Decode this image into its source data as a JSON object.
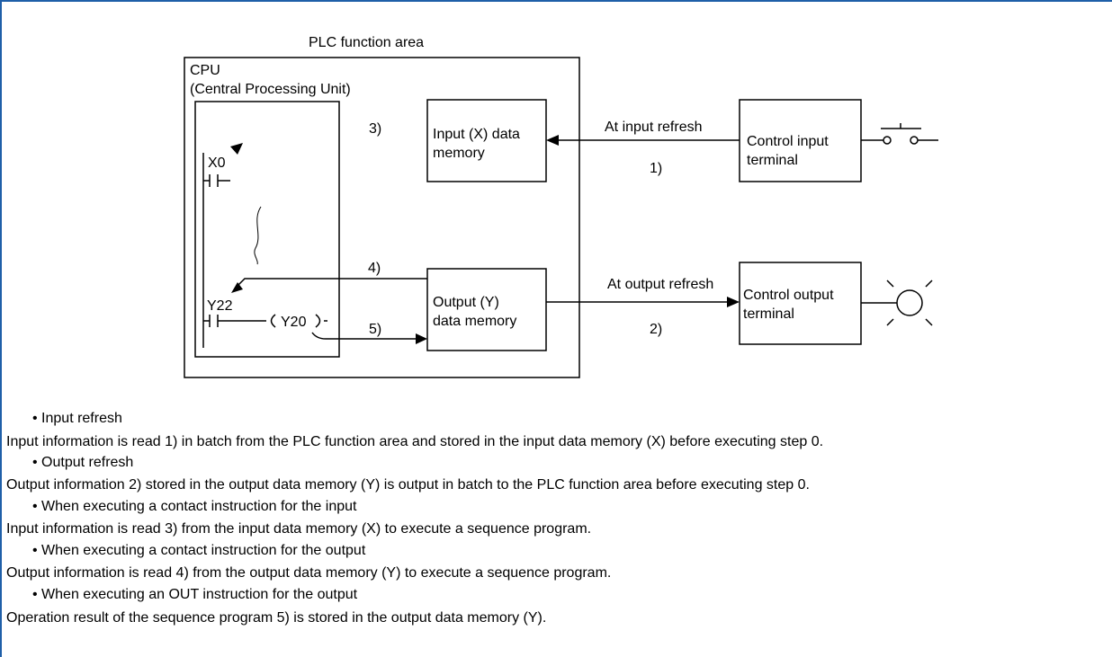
{
  "diagram": {
    "plc_area_label": "PLC function area",
    "cpu_label_1": "CPU",
    "cpu_label_2": "(Central Processing Unit)",
    "input_memory_1": "Input (X) data",
    "input_memory_2": "memory",
    "output_memory_1": "Output (Y)",
    "output_memory_2": "data memory",
    "control_input_1": "Control input",
    "control_input_2": "terminal",
    "control_output_1": "Control output",
    "control_output_2": "terminal",
    "at_input_refresh": "At input refresh",
    "at_output_refresh": "At output refresh",
    "marker_1": "1)",
    "marker_2": "2)",
    "marker_3": "3)",
    "marker_4": "4)",
    "marker_5": "5)",
    "contact_x0": "X0",
    "contact_y22": "Y22",
    "coil_y20": "Y20"
  },
  "notes": [
    {
      "kind": "bullet",
      "text": "• Input refresh"
    },
    {
      "kind": "body",
      "text": "Input information is read 1) in batch from the PLC function area and stored in the input data memory (X) before executing step 0."
    },
    {
      "kind": "bullet",
      "text": "• Output refresh"
    },
    {
      "kind": "body",
      "text": "Output information 2) stored in the output data memory (Y) is output in batch to the PLC function area before executing step 0."
    },
    {
      "kind": "bullet",
      "text": "• When executing a contact instruction for the input"
    },
    {
      "kind": "body",
      "text": "Input information is read 3) from the input data memory (X) to execute a sequence program."
    },
    {
      "kind": "bullet",
      "text": "• When executing a contact instruction for the output"
    },
    {
      "kind": "body",
      "text": "Output information is read 4) from the output data memory (Y) to execute a sequence program."
    },
    {
      "kind": "bullet",
      "text": "• When executing an OUT instruction for the output"
    },
    {
      "kind": "body",
      "text": "Operation result of the sequence program 5) is stored in the output data memory (Y)."
    }
  ]
}
